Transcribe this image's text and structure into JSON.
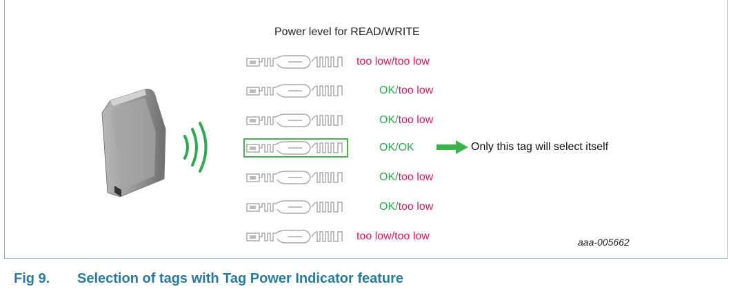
{
  "heading": "Power level for READ/WRITE",
  "tags": [
    {
      "read": "too low",
      "sep": "/",
      "write": "too low",
      "read_ok": false,
      "write_ok": false
    },
    {
      "read": "OK",
      "sep": "/",
      "write": "too low",
      "read_ok": true,
      "write_ok": false
    },
    {
      "read": "OK",
      "sep": "/",
      "write": "too low",
      "read_ok": true,
      "write_ok": false
    },
    {
      "read": "OK",
      "sep": "/",
      "write": "OK",
      "read_ok": true,
      "write_ok": true
    },
    {
      "read": "OK",
      "sep": "/",
      "write": "too low",
      "read_ok": true,
      "write_ok": false
    },
    {
      "read": "OK",
      "sep": "/",
      "write": "too low",
      "read_ok": true,
      "write_ok": false
    },
    {
      "read": "too low",
      "sep": "/",
      "write": "too low",
      "read_ok": false,
      "write_ok": false
    }
  ],
  "selection_note": "Only this tag will select itself",
  "reference": "aaa-005662",
  "caption": {
    "number": "Fig 9.",
    "title": "Selection of tags with Tag Power Indicator feature"
  },
  "colors": {
    "ok": "#2fa84f",
    "too_low": "#e8185a",
    "highlight": "#4cb050",
    "caption": "#2a7aa0"
  }
}
